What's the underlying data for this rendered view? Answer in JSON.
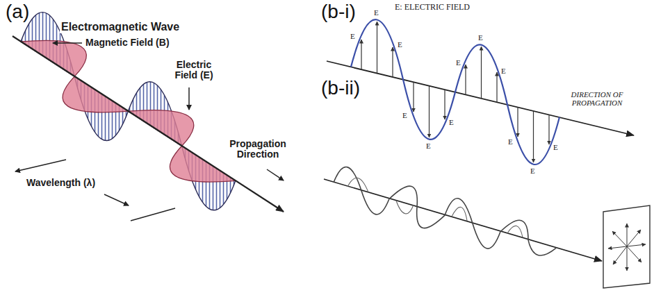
{
  "diagram": {
    "labels": [
      "(a)",
      "Electromagnetic Wave",
      "Magnetic Field (B)",
      "Electric Field (E)",
      "Wavelength (λ)",
      "Propagation Direction",
      "(b-i)",
      "E: ELECTRIC FIELD",
      "E",
      "E",
      "E",
      "E",
      "E",
      "E",
      "E",
      "E",
      "E",
      "E",
      "E",
      "E",
      "DIRECTION OF PROPAGATION",
      "(b-ii)"
    ]
  }
}
